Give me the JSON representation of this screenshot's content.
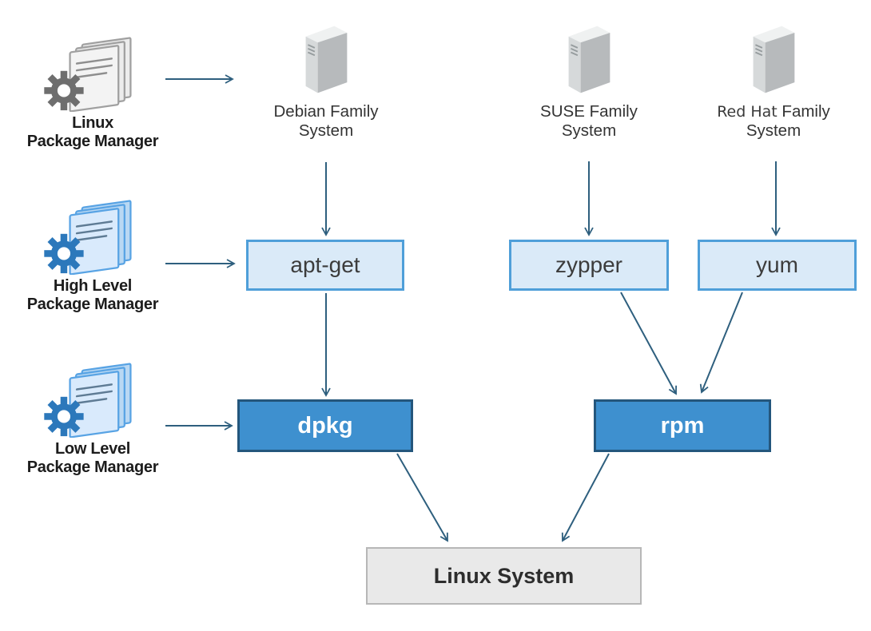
{
  "colors": {
    "arrow": "#2e5f7e",
    "high_level_box_fill": "#daeaf8",
    "high_level_box_border": "#4f9fd9",
    "low_level_box_fill": "#3e90cf",
    "low_level_box_border": "#24567c",
    "target_box_fill": "#e9e9e9",
    "target_box_border": "#b7b7b7",
    "label_text": "#1c1c1c"
  },
  "legend": {
    "items": [
      {
        "line1": "Linux",
        "line2": "Package Manager",
        "icon": "package-manager-gray-icon"
      },
      {
        "line1": "High Level",
        "line2": "Package Manager",
        "icon": "package-manager-blue-icon"
      },
      {
        "line1": "Low Level",
        "line2": "Package Manager",
        "icon": "package-manager-blue-icon"
      }
    ]
  },
  "systems": {
    "items": [
      {
        "line1": "Debian Family",
        "line2": "System",
        "icon": "server-icon"
      },
      {
        "line1": "SUSE Family",
        "line2": "System",
        "icon": "server-icon"
      },
      {
        "line1_a": "Red Hat",
        "line1_b": " Family",
        "line2": "System",
        "icon": "server-icon"
      }
    ]
  },
  "nodes": {
    "apt_get": {
      "label": "apt-get",
      "type": "high-level"
    },
    "zypper": {
      "label": "zypper",
      "type": "high-level"
    },
    "yum": {
      "label": "yum",
      "type": "high-level"
    },
    "dpkg": {
      "label": "dpkg",
      "type": "low-level"
    },
    "rpm": {
      "label": "rpm",
      "type": "low-level"
    },
    "linux_system": {
      "label": "Linux System",
      "type": "target"
    }
  },
  "edges": [
    {
      "from": "linux-package-manager",
      "to": "debian-family-system"
    },
    {
      "from": "high-level-package-manager",
      "to": "apt-get"
    },
    {
      "from": "low-level-package-manager",
      "to": "dpkg"
    },
    {
      "from": "debian-family-system",
      "to": "apt-get"
    },
    {
      "from": "suse-family-system",
      "to": "zypper"
    },
    {
      "from": "red-hat-family-system",
      "to": "yum"
    },
    {
      "from": "apt-get",
      "to": "dpkg"
    },
    {
      "from": "zypper",
      "to": "rpm"
    },
    {
      "from": "yum",
      "to": "rpm"
    },
    {
      "from": "dpkg",
      "to": "linux-system"
    },
    {
      "from": "rpm",
      "to": "linux-system"
    }
  ]
}
